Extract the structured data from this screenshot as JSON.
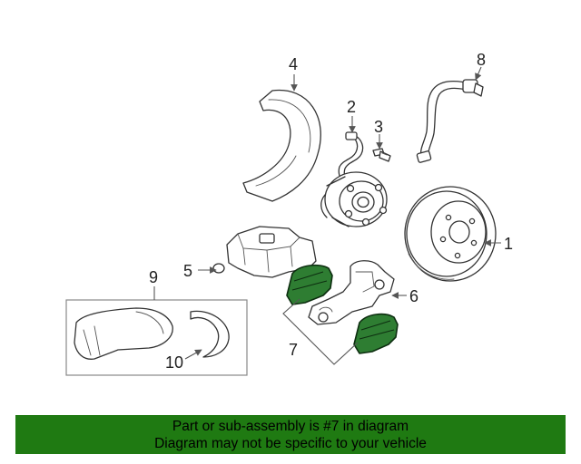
{
  "diagram": {
    "callouts": [
      {
        "id": "1",
        "text": "1"
      },
      {
        "id": "2",
        "text": "2"
      },
      {
        "id": "3",
        "text": "3"
      },
      {
        "id": "4",
        "text": "4"
      },
      {
        "id": "5",
        "text": "5"
      },
      {
        "id": "6",
        "text": "6"
      },
      {
        "id": "7",
        "text": "7"
      },
      {
        "id": "8",
        "text": "8"
      },
      {
        "id": "9",
        "text": "9"
      },
      {
        "id": "10",
        "text": "10"
      }
    ],
    "highlight_color": "#2e7d32"
  },
  "banner": {
    "line1": "Part or sub-assembly is #7 in diagram",
    "line2": "Diagram may not be specific to your vehicle",
    "background": "#1f7a12"
  }
}
